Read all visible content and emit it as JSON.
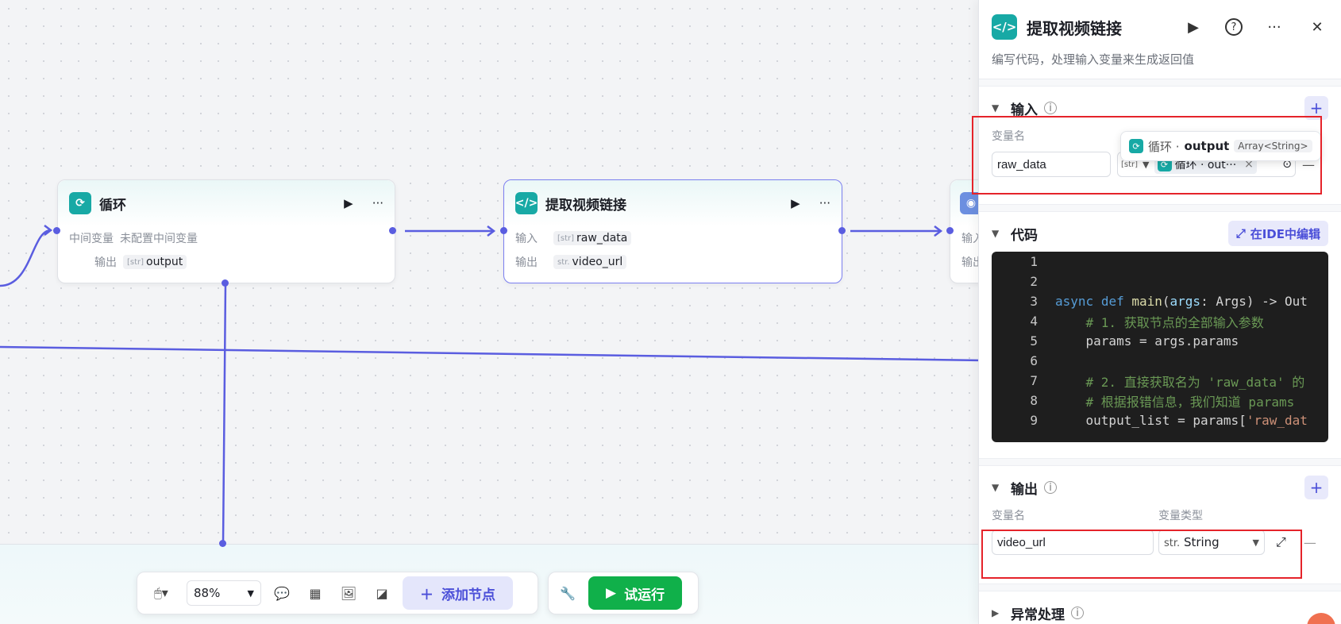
{
  "canvas": {
    "loop_node": {
      "title": "循环",
      "var_label": "中间变量",
      "var_value": "未配置中间变量",
      "out_label": "输出",
      "out_type": "[str]",
      "out_value": "output"
    },
    "extract_node": {
      "title": "提取视频链接",
      "in_label": "输入",
      "in_type": "[str]",
      "in_value": "raw_data",
      "out_label": "输出",
      "out_type": "str.",
      "out_value": "video_url"
    },
    "next_node": {
      "in_label": "输入",
      "out_label": "输出"
    }
  },
  "toolbar": {
    "zoom": "88%",
    "add_node_label": "添加节点",
    "run_label": "试运行"
  },
  "panel": {
    "title": "提取视频链接",
    "description": "编写代码，处理输入变量来生成返回值",
    "input_section": {
      "title": "输入",
      "col_var_name": "变量名",
      "var_name": "raw_data",
      "type_short": "[str]",
      "ref_value": "循环 · out···",
      "tooltip_node": "循环 ·",
      "tooltip_var": "output",
      "tooltip_type": "Array<String>"
    },
    "code_section": {
      "title": "代码",
      "ide_label": "在IDE中编辑",
      "lines": [
        "1",
        "2",
        "3",
        "4",
        "5",
        "6",
        "7",
        "8",
        "9"
      ]
    },
    "output_section": {
      "title": "输出",
      "col_var_name": "变量名",
      "col_var_type": "变量类型",
      "var_name": "video_url",
      "var_type": "String",
      "type_prefix": "str."
    },
    "error_section": {
      "title": "异常处理"
    }
  },
  "colors": {
    "accent": "#4a4ed8",
    "node_icon": "#17a9a5",
    "run_green": "#10b04a",
    "highlight_red": "#e5232a",
    "wire": "#5a5de0"
  }
}
